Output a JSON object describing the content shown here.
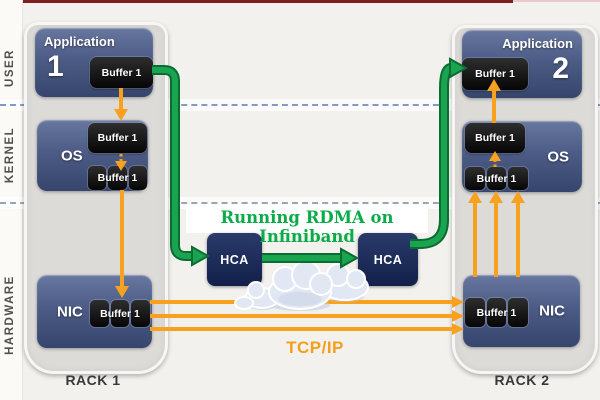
{
  "side_labels": [
    "USER",
    "KERNEL",
    "HARDWARE"
  ],
  "racks": [
    {
      "label": "RACK 1",
      "app": {
        "title": "Application",
        "number": "1",
        "buffer": "Buffer 1"
      },
      "os": {
        "title": "OS",
        "buffer_top": "Buffer 1",
        "buffer_bottom": "Buffer 1"
      },
      "nic": {
        "title": "NIC",
        "buffer": "Buffer 1"
      }
    },
    {
      "label": "RACK 2",
      "app": {
        "title": "Application",
        "number": "2",
        "buffer": "Buffer 1"
      },
      "os": {
        "title": "OS",
        "buffer_top": "Buffer 1",
        "buffer_bottom": "Buffer 1"
      },
      "nic": {
        "title": "NIC",
        "buffer": "Buffer 1"
      }
    }
  ],
  "network": {
    "hca_left": "HCA",
    "hca_right": "HCA",
    "rdma_caption": "Running RDMA on Infiniband",
    "tcpip_label": "TCP/IP"
  },
  "colors": {
    "rdma_green": "#0cab49",
    "arrow_green": "#1ba450",
    "arrow_green_dark": "#0a6c31",
    "arrow_orange": "#f7a11f",
    "tcpip_orange": "#f59e1c",
    "hca_navy": "#16265a",
    "top_bar_maroon": "#7e2022",
    "dashed_line_blue": "#7f9cc7"
  }
}
